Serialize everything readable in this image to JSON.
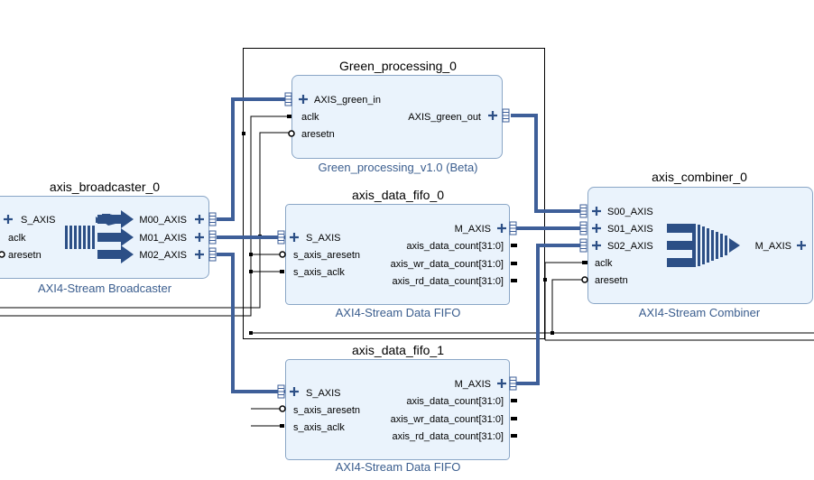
{
  "blocks": {
    "green": {
      "instance": "Green_processing_0",
      "ip_name": "Green_processing_v1.0 (Beta)",
      "ports_left": [
        "AXIS_green_in",
        "aclk",
        "aresetn"
      ],
      "ports_right": [
        "AXIS_green_out"
      ]
    },
    "broadcaster": {
      "instance": "axis_broadcaster_0",
      "ip_name": "AXI4-Stream Broadcaster",
      "ports_left": [
        "S_AXIS",
        "aclk",
        "aresetn"
      ],
      "ports_right": [
        "M00_AXIS",
        "M01_AXIS",
        "M02_AXIS"
      ]
    },
    "fifo0": {
      "instance": "axis_data_fifo_0",
      "ip_name": "AXI4-Stream Data FIFO",
      "ports_left": [
        "S_AXIS",
        "s_axis_aresetn",
        "s_axis_aclk"
      ],
      "ports_right": [
        "M_AXIS",
        "axis_data_count[31:0]",
        "axis_wr_data_count[31:0]",
        "axis_rd_data_count[31:0]"
      ]
    },
    "fifo1": {
      "instance": "axis_data_fifo_1",
      "ip_name": "AXI4-Stream Data FIFO",
      "ports_left": [
        "S_AXIS",
        "s_axis_aresetn",
        "s_axis_aclk"
      ],
      "ports_right": [
        "M_AXIS",
        "axis_data_count[31:0]",
        "axis_wr_data_count[31:0]",
        "axis_rd_data_count[31:0]"
      ]
    },
    "combiner": {
      "instance": "axis_combiner_0",
      "ip_name": "AXI4-Stream Combiner",
      "ports_left": [
        "S00_AXIS",
        "S01_AXIS",
        "S02_AXIS",
        "aclk",
        "aresetn"
      ],
      "ports_right": [
        "M_AXIS"
      ]
    }
  },
  "colors": {
    "block_fill": "#eaf3fc",
    "block_border": "#8aa6c6",
    "bus": "#3e5f99",
    "ip_name_text": "#3a5d8e"
  },
  "icons": [
    "bus-plus-icon",
    "bus-connector-icon",
    "active-low-bubble-icon",
    "broadcaster-symbol-icon",
    "combiner-symbol-icon"
  ]
}
